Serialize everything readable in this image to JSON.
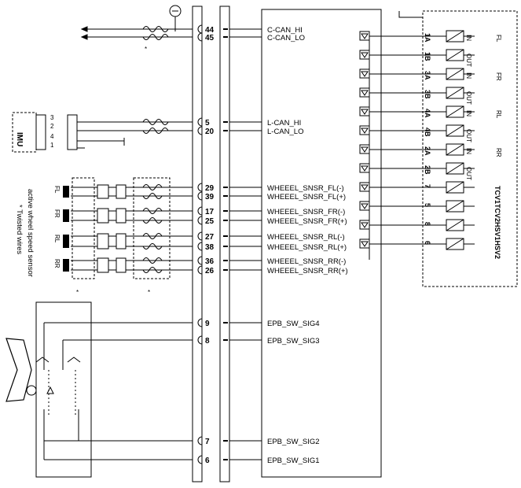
{
  "pins": [
    {
      "num": "44",
      "signal": "C-CAN_HI"
    },
    {
      "num": "45",
      "signal": "C-CAN_LO"
    },
    {
      "num": "5",
      "signal": "L-CAN_HI"
    },
    {
      "num": "20",
      "signal": "L-CAN_LO"
    },
    {
      "num": "29",
      "signal": "WHEEEL_SNSR_FL(-)"
    },
    {
      "num": "39",
      "signal": "WHEEEL_SNSR_FL(+)"
    },
    {
      "num": "17",
      "signal": "WHEEEL_SNSR_FR(-)"
    },
    {
      "num": "25",
      "signal": "WHEEEL_SNSR_FR(+)"
    },
    {
      "num": "27",
      "signal": "WHEEEL_SNSR_RL(-)"
    },
    {
      "num": "38",
      "signal": "WHEEEL_SNSR_RL(+)"
    },
    {
      "num": "36",
      "signal": "WHEEEL_SNSR_RR(-)"
    },
    {
      "num": "26",
      "signal": "WHEEEL_SNSR_RR(+)"
    },
    {
      "num": "9",
      "signal": "EPB_SW_SIG4"
    },
    {
      "num": "8",
      "signal": "EPB_SW_SIG3"
    },
    {
      "num": "7",
      "signal": "EPB_SW_SIG2"
    },
    {
      "num": "6",
      "signal": "EPB_SW_SIG1"
    }
  ],
  "valves": [
    {
      "term": "1A",
      "io": "IN",
      "wheel": "FL"
    },
    {
      "term": "1B",
      "io": "OUT",
      "wheel": ""
    },
    {
      "term": "3A",
      "io": "IN",
      "wheel": "FR"
    },
    {
      "term": "3B",
      "io": "OUT",
      "wheel": ""
    },
    {
      "term": "4A",
      "io": "IN",
      "wheel": "RL"
    },
    {
      "term": "4B",
      "io": "OUT",
      "wheel": ""
    },
    {
      "term": "2A",
      "io": "IN",
      "wheel": "RR"
    },
    {
      "term": "2B",
      "io": "OUT",
      "wheel": ""
    },
    {
      "term": "7",
      "io": "",
      "wheel": ""
    },
    {
      "term": "5",
      "io": "",
      "wheel": ""
    },
    {
      "term": "8",
      "io": "",
      "wheel": ""
    },
    {
      "term": "6",
      "io": "",
      "wheel": ""
    }
  ],
  "valve_group_label": "TCV1TCV2HSV1HSV2",
  "imu": {
    "label": "IMU",
    "pins": [
      "3",
      "2",
      "4",
      "1"
    ]
  },
  "wheels": [
    "FL",
    "FR",
    "RL",
    "RR"
  ],
  "sensor_caption": "active wheel speed sensor",
  "twisted_caption": "* Twisted wires",
  "twist_marker": "*"
}
